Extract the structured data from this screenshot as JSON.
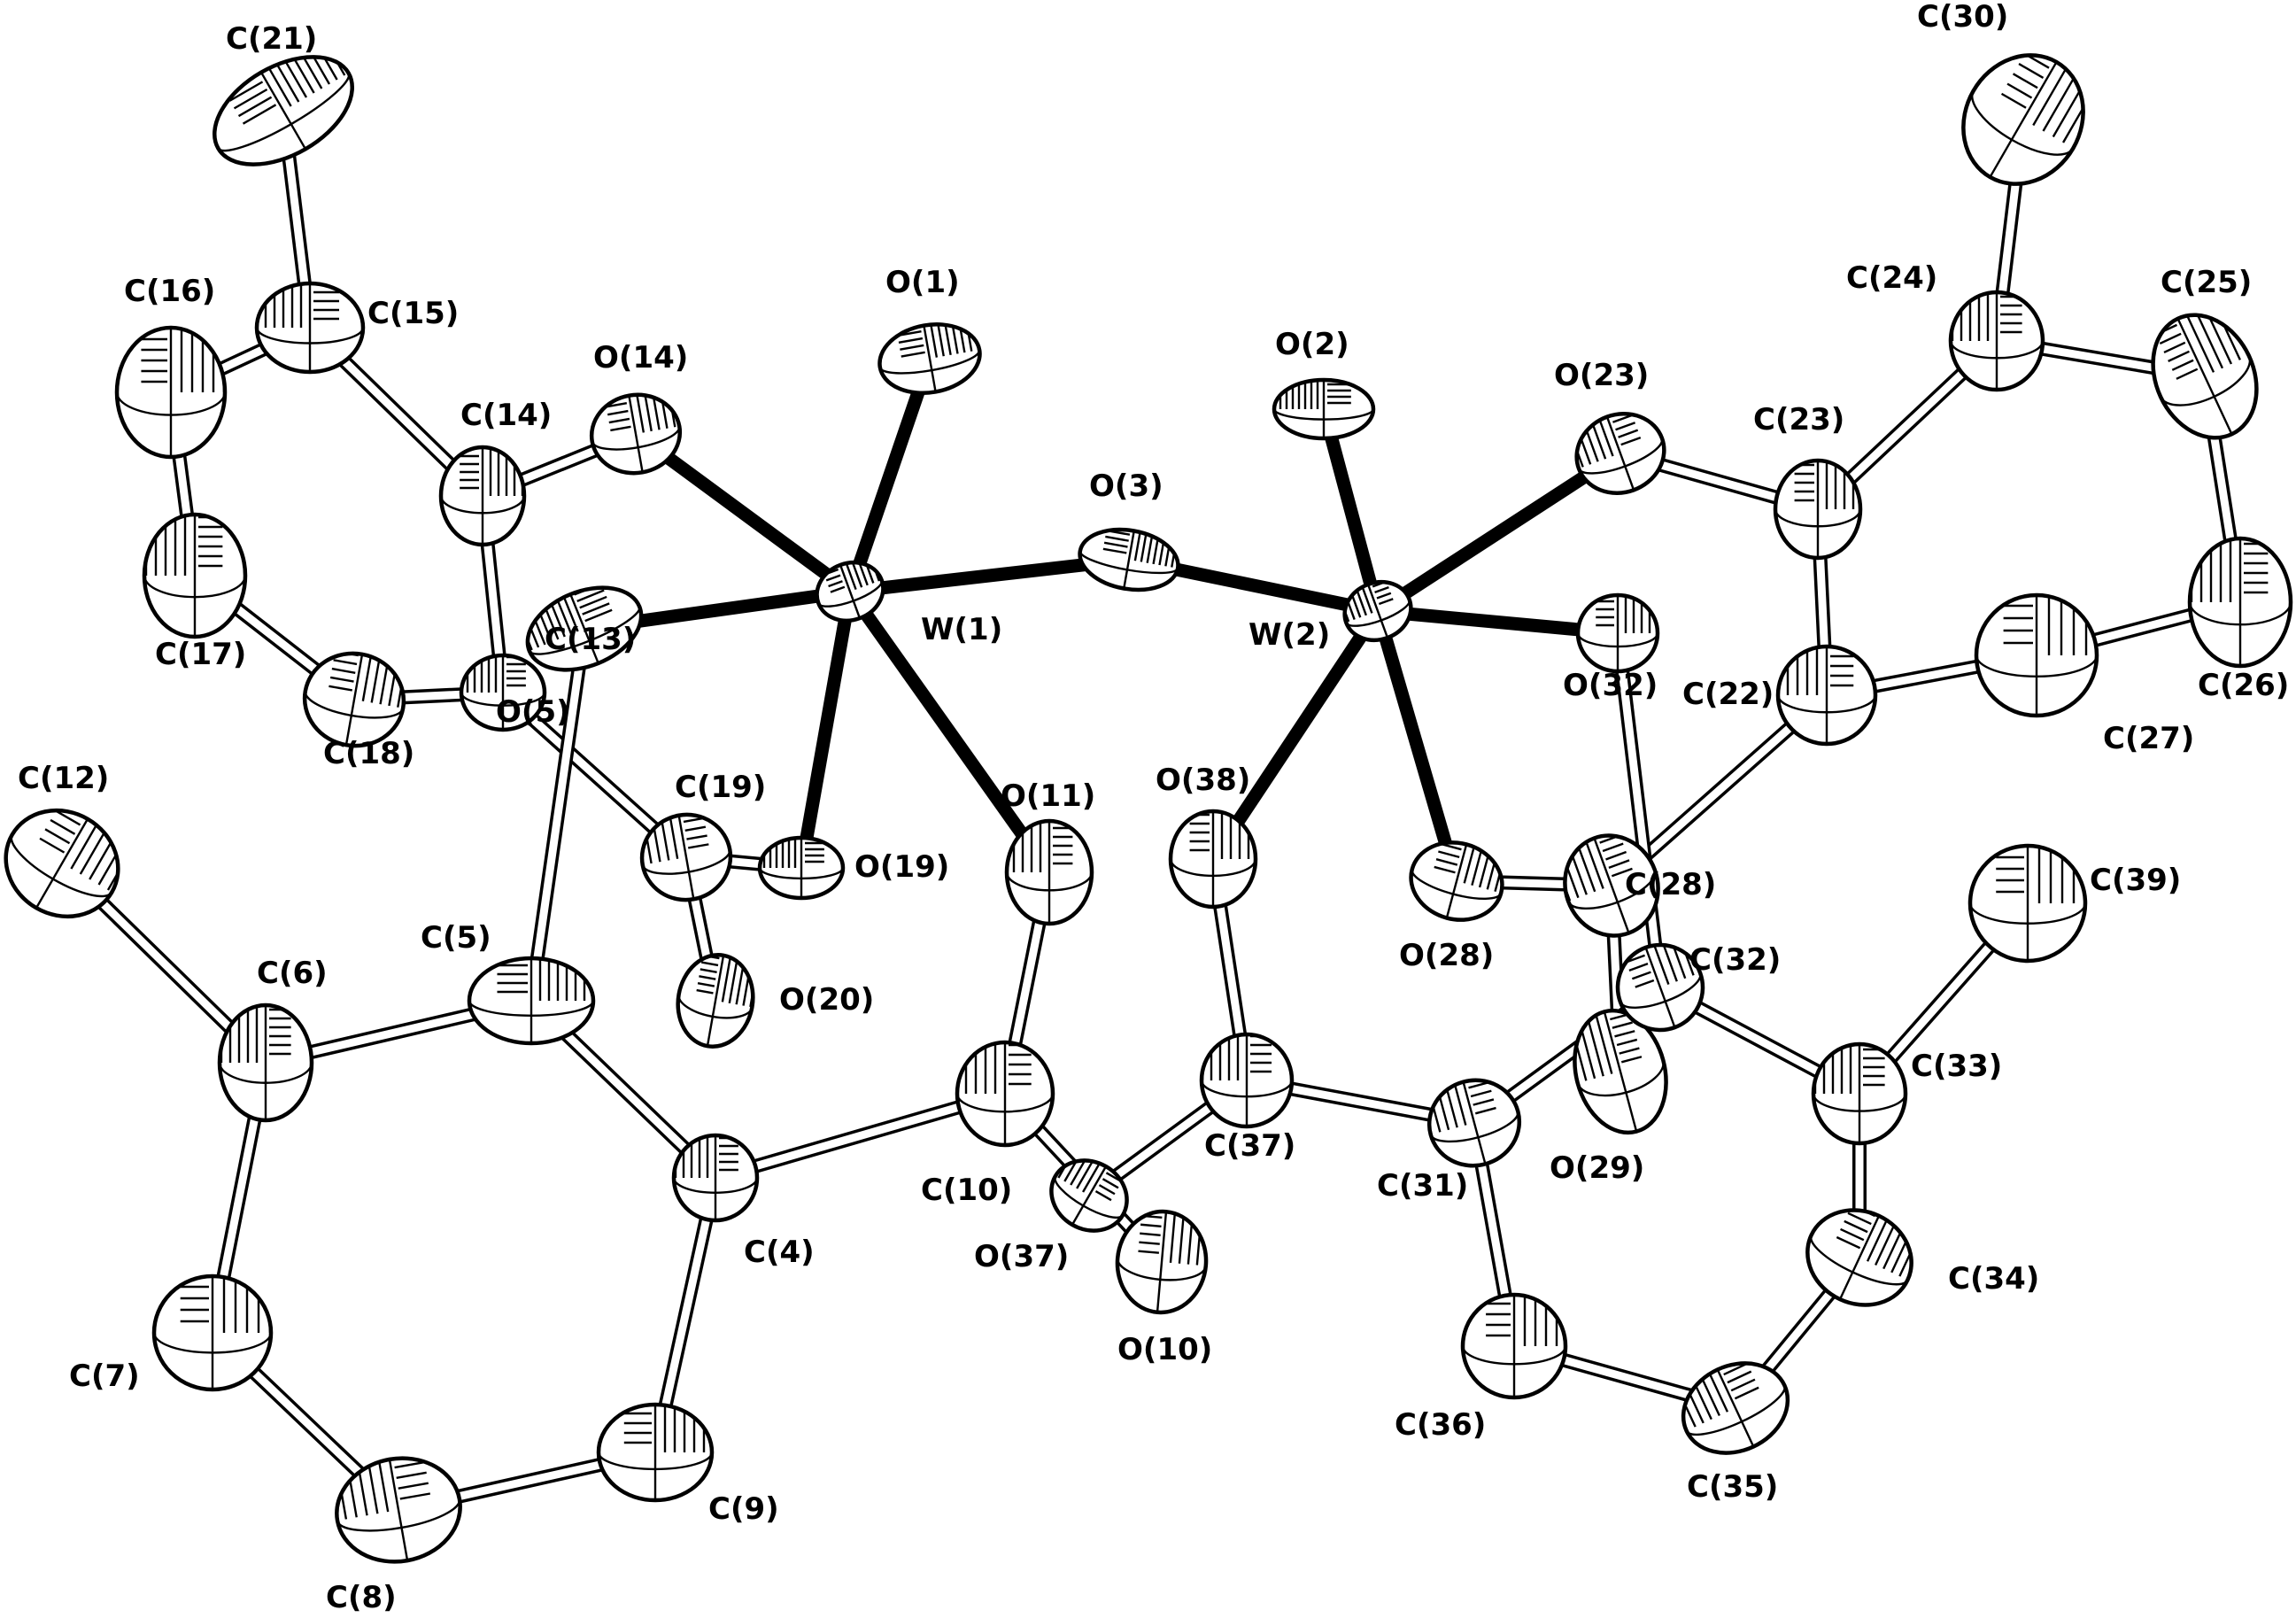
{
  "figure": {
    "atoms": [
      {
        "id": "W(1)",
        "label": "W(1)"
      },
      {
        "id": "W(2)",
        "label": "W(2)"
      },
      {
        "id": "O(1)",
        "label": "O(1)"
      },
      {
        "id": "O(2)",
        "label": "O(2)"
      },
      {
        "id": "O(3)",
        "label": "O(3)"
      },
      {
        "id": "O(5)",
        "label": "O(5)"
      },
      {
        "id": "O(10)",
        "label": "O(10)"
      },
      {
        "id": "O(11)",
        "label": "O(11)"
      },
      {
        "id": "O(14)",
        "label": "O(14)"
      },
      {
        "id": "O(19)",
        "label": "O(19)"
      },
      {
        "id": "O(20)",
        "label": "O(20)"
      },
      {
        "id": "O(23)",
        "label": "O(23)"
      },
      {
        "id": "O(28)",
        "label": "O(28)"
      },
      {
        "id": "O(29)",
        "label": "O(29)"
      },
      {
        "id": "O(32)",
        "label": "O(32)"
      },
      {
        "id": "O(37)",
        "label": "O(37)"
      },
      {
        "id": "O(38)",
        "label": "O(38)"
      },
      {
        "id": "C(4)",
        "label": "C(4)"
      },
      {
        "id": "C(5)",
        "label": "C(5)"
      },
      {
        "id": "C(6)",
        "label": "C(6)"
      },
      {
        "id": "C(7)",
        "label": "C(7)"
      },
      {
        "id": "C(8)",
        "label": "C(8)"
      },
      {
        "id": "C(9)",
        "label": "C(9)"
      },
      {
        "id": "C(10)",
        "label": "C(10)"
      },
      {
        "id": "C(12)",
        "label": "C(12)"
      },
      {
        "id": "C(13)",
        "label": "C(13)"
      },
      {
        "id": "C(14)",
        "label": "C(14)"
      },
      {
        "id": "C(15)",
        "label": "C(15)"
      },
      {
        "id": "C(16)",
        "label": "C(16)"
      },
      {
        "id": "C(17)",
        "label": "C(17)"
      },
      {
        "id": "C(18)",
        "label": "C(18)"
      },
      {
        "id": "C(19)",
        "label": "C(19)"
      },
      {
        "id": "C(21)",
        "label": "C(21)"
      },
      {
        "id": "C(22)",
        "label": "C(22)"
      },
      {
        "id": "C(23)",
        "label": "C(23)"
      },
      {
        "id": "C(24)",
        "label": "C(24)"
      },
      {
        "id": "C(25)",
        "label": "C(25)"
      },
      {
        "id": "C(26)",
        "label": "C(26)"
      },
      {
        "id": "C(27)",
        "label": "C(27)"
      },
      {
        "id": "C(28)",
        "label": "C(28)"
      },
      {
        "id": "C(30)",
        "label": "C(30)"
      },
      {
        "id": "C(31)",
        "label": "C(31)"
      },
      {
        "id": "C(32)",
        "label": "C(32)"
      },
      {
        "id": "C(33)",
        "label": "C(33)"
      },
      {
        "id": "C(34)",
        "label": "C(34)"
      },
      {
        "id": "C(35)",
        "label": "C(35)"
      },
      {
        "id": "C(36)",
        "label": "C(36)"
      },
      {
        "id": "C(37)",
        "label": "C(37)"
      },
      {
        "id": "C(39)",
        "label": "C(39)"
      }
    ],
    "bonds": [
      {
        "from": "W(1)",
        "to": "O(1)",
        "type": "metal"
      },
      {
        "from": "W(1)",
        "to": "O(3)",
        "type": "metal"
      },
      {
        "from": "W(1)",
        "to": "O(14)",
        "type": "metal"
      },
      {
        "from": "W(1)",
        "to": "O(5)",
        "type": "metal"
      },
      {
        "from": "W(1)",
        "to": "O(19)",
        "type": "metal"
      },
      {
        "from": "W(1)",
        "to": "O(11)",
        "type": "metal"
      },
      {
        "from": "W(2)",
        "to": "O(3)",
        "type": "metal"
      },
      {
        "from": "W(2)",
        "to": "O(2)",
        "type": "metal"
      },
      {
        "from": "W(2)",
        "to": "O(23)",
        "type": "metal"
      },
      {
        "from": "W(2)",
        "to": "O(32)",
        "type": "metal"
      },
      {
        "from": "W(2)",
        "to": "O(28)",
        "type": "metal"
      },
      {
        "from": "W(2)",
        "to": "O(38)",
        "type": "metal"
      },
      {
        "from": "C(21)",
        "to": "C(15)",
        "type": "organic"
      },
      {
        "from": "C(15)",
        "to": "C(16)",
        "type": "organic"
      },
      {
        "from": "C(15)",
        "to": "C(14)",
        "type": "organic"
      },
      {
        "from": "C(16)",
        "to": "C(17)",
        "type": "organic"
      },
      {
        "from": "C(17)",
        "to": "C(18)",
        "type": "organic"
      },
      {
        "from": "C(18)",
        "to": "C(13)",
        "type": "organic"
      },
      {
        "from": "C(13)",
        "to": "C(14)",
        "type": "organic"
      },
      {
        "from": "C(14)",
        "to": "O(14)",
        "type": "organic"
      },
      {
        "from": "C(13)",
        "to": "C(19)",
        "type": "organic"
      },
      {
        "from": "C(19)",
        "to": "O(19)",
        "type": "organic"
      },
      {
        "from": "C(19)",
        "to": "O(20)",
        "type": "organic"
      },
      {
        "from": "O(5)",
        "to": "C(5)",
        "type": "organic"
      },
      {
        "from": "C(5)",
        "to": "C(6)",
        "type": "organic"
      },
      {
        "from": "C(5)",
        "to": "C(4)",
        "type": "organic"
      },
      {
        "from": "C(6)",
        "to": "C(12)",
        "type": "organic"
      },
      {
        "from": "C(6)",
        "to": "C(7)",
        "type": "organic"
      },
      {
        "from": "C(7)",
        "to": "C(8)",
        "type": "organic"
      },
      {
        "from": "C(8)",
        "to": "C(9)",
        "type": "organic"
      },
      {
        "from": "C(9)",
        "to": "C(4)",
        "type": "organic"
      },
      {
        "from": "C(4)",
        "to": "C(10)",
        "type": "organic"
      },
      {
        "from": "C(10)",
        "to": "O(11)",
        "type": "organic"
      },
      {
        "from": "C(10)",
        "to": "O(10)",
        "type": "organic"
      },
      {
        "from": "C(30)",
        "to": "C(24)",
        "type": "organic"
      },
      {
        "from": "C(24)",
        "to": "C(25)",
        "type": "organic"
      },
      {
        "from": "C(24)",
        "to": "C(23)",
        "type": "organic"
      },
      {
        "from": "C(25)",
        "to": "C(26)",
        "type": "organic"
      },
      {
        "from": "C(26)",
        "to": "C(27)",
        "type": "organic"
      },
      {
        "from": "C(27)",
        "to": "C(22)",
        "type": "organic"
      },
      {
        "from": "C(22)",
        "to": "C(23)",
        "type": "organic"
      },
      {
        "from": "C(23)",
        "to": "O(23)",
        "type": "organic"
      },
      {
        "from": "C(22)",
        "to": "C(28)",
        "type": "organic"
      },
      {
        "from": "C(28)",
        "to": "O(28)",
        "type": "organic"
      },
      {
        "from": "C(28)",
        "to": "O(29)",
        "type": "organic"
      },
      {
        "from": "O(32)",
        "to": "C(32)",
        "type": "organic"
      },
      {
        "from": "C(32)",
        "to": "C(33)",
        "type": "organic"
      },
      {
        "from": "C(32)",
        "to": "C(31)",
        "type": "organic"
      },
      {
        "from": "C(33)",
        "to": "C(39)",
        "type": "organic"
      },
      {
        "from": "C(33)",
        "to": "C(34)",
        "type": "organic"
      },
      {
        "from": "C(34)",
        "to": "C(35)",
        "type": "organic"
      },
      {
        "from": "C(35)",
        "to": "C(36)",
        "type": "organic"
      },
      {
        "from": "C(36)",
        "to": "C(31)",
        "type": "organic"
      },
      {
        "from": "C(31)",
        "to": "C(37)",
        "type": "organic"
      },
      {
        "from": "C(37)",
        "to": "O(38)",
        "type": "organic"
      },
      {
        "from": "C(37)",
        "to": "O(37)",
        "type": "organic"
      }
    ]
  }
}
